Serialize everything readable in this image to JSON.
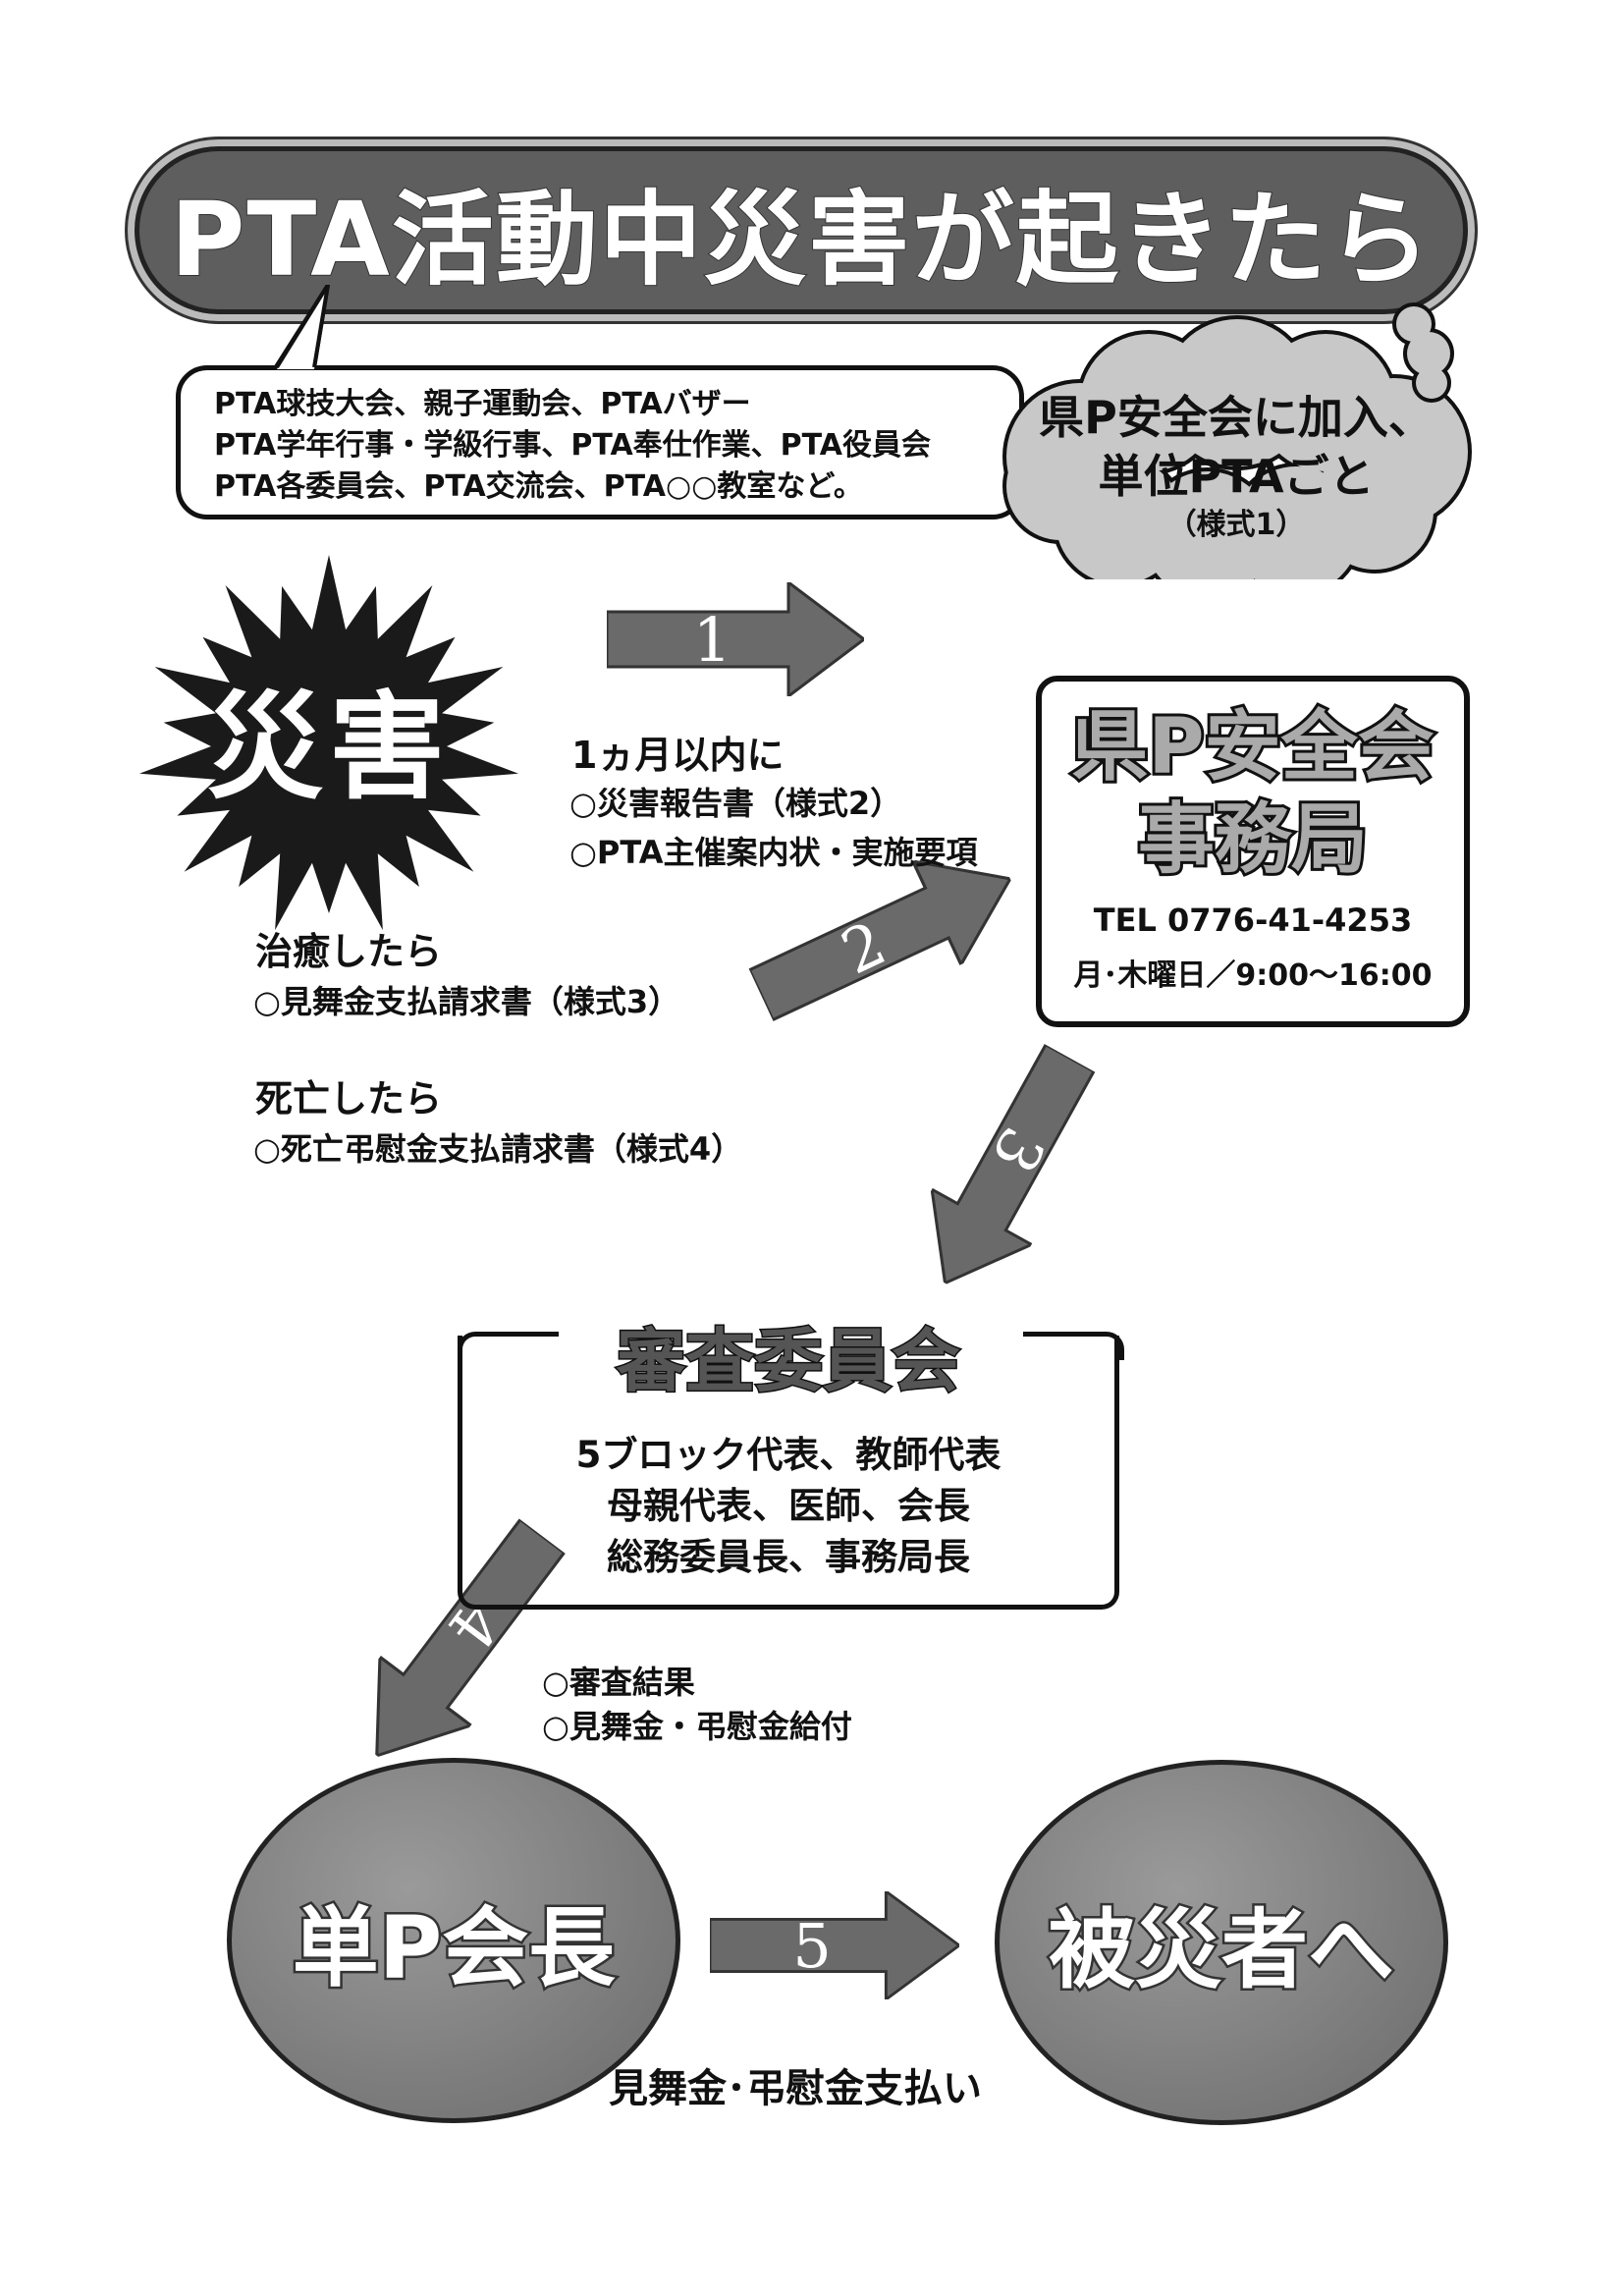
{
  "title": "PTA活動中災害が起きたら",
  "activities": [
    "PTA球技大会、親子運動会、PTAバザー",
    "PTA学年行事・学級行事、PTA奉仕作業、PTA役員会",
    "PTA各委員会、PTA交流会、PTA○○教室など。"
  ],
  "enrollment": {
    "line1": "県P安全会に加入、",
    "line2": "単位PTAごと",
    "form": "（様式1）"
  },
  "disaster_label": "災害",
  "steps": {
    "step1": "1",
    "step2": "2",
    "step3": "3",
    "step4": "4",
    "step5": "5"
  },
  "within_month": {
    "heading": "1ヵ月以内に",
    "items": [
      "○災害報告書（様式2）",
      "○PTA主催案内状・実施要項"
    ]
  },
  "recovered": {
    "heading": "治癒したら",
    "item": "○見舞金支払請求書（様式3）"
  },
  "deceased": {
    "heading": "死亡したら",
    "item": "○死亡弔慰金支払請求書（様式4）"
  },
  "office": {
    "name_line1": "県P安全会",
    "name_line2": "事務局",
    "tel": "TEL 0776-41-4253",
    "hours": "月･木曜日／9:00～16:00"
  },
  "committee": {
    "title": "審査委員会",
    "members": [
      "5ブロック代表、教師代表",
      "母親代表、医師、会長",
      "総務委員長、事務局長"
    ]
  },
  "results": [
    "○審査結果",
    "○見舞金・弔慰金給付"
  ],
  "unit_president": "単P会長",
  "victim": "被災者へ",
  "payment": "見舞金･弔慰金支払い",
  "colors": {
    "fill_gray": "#6a6a6a",
    "light_gray": "#aaaaaa",
    "outline": "#111111"
  }
}
